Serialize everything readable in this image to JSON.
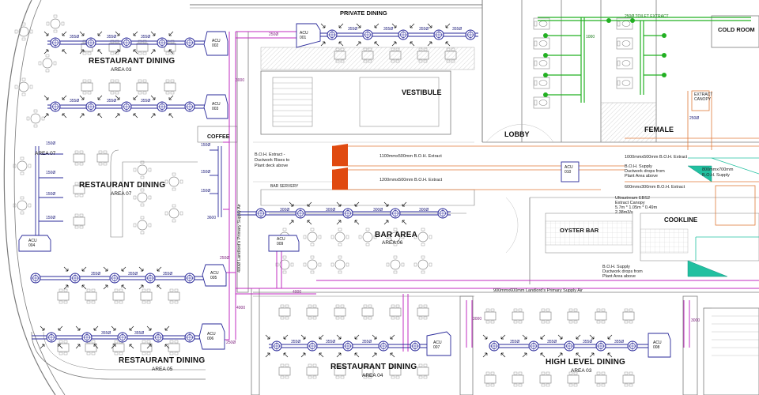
{
  "colors": {
    "supply_duct": "#2a2a9a",
    "primary_supply": "#c02cc0",
    "toilet_extract": "#22b022",
    "boh_extract": "#e07a3a",
    "boh_extract_head": "#e04a10",
    "kitchen_supply": "#22c0a0",
    "linework": "#8a8a8a"
  },
  "areas": {
    "area03_top": {
      "title": "RESTAURANT DINING",
      "sub": "AREA 03"
    },
    "area07": {
      "title": "RESTAURANT DINING",
      "sub": "AREA 07"
    },
    "area07_tag": "AREA 07",
    "area05": {
      "title": "RESTAURANT DINING",
      "sub": "AREA 05"
    },
    "area04": {
      "title": "RESTAURANT DINING",
      "sub": "AREA 04"
    },
    "area03_hl": {
      "title": "HIGH LEVEL DINING",
      "sub": "AREA 03"
    },
    "area06": {
      "title": "BAR AREA",
      "sub": "AREA 06"
    }
  },
  "rooms": {
    "private_dining": "PRIVATE DINING",
    "vestibule": "VESTIBULE",
    "lobby": "LOBBY",
    "female": "FEMALE",
    "cold_room": "COLD ROOM",
    "coffee": "COFFEE",
    "oyster_bar": "OYSTER BAR",
    "cookline": "COOKLINE",
    "bar_servery": "BAR SERVERY"
  },
  "notes": {
    "boh_extract_riser": [
      "B.O.H. Extract -",
      "Ductwork Rises to",
      "Plant deck above"
    ],
    "boh_extract_1100": "1100mmx500mm B.O.H. Extract",
    "boh_extract_1200": "1200mmx500mm B.O.H. Extract",
    "boh_extract_1000": "1000mmx500mm B.O.H. Extract",
    "boh_supply_drop": [
      "B.O.H. Supply",
      "Ductwork drops from",
      "Plant Area above"
    ],
    "boh_supply_800": [
      "800mmx700mm",
      "B.O.H. Supply"
    ],
    "boh_extract_600": "600mmx300mm B.O.H. Extract",
    "canopy": [
      "Ultrastream EBS2",
      "Extract Canopy",
      "5.7m * 1.05m * 0.49m",
      "2.38m3/s"
    ],
    "boh_supply_lower": [
      "B.O.H. Supply",
      "Ductwork drops from",
      "Plant Area above"
    ],
    "landlord_supply_h": "900mmx600mm Landlord's Primary Supply Air",
    "landlord_supply_v": "400Ø Landlord's Primary Supply Air",
    "toilet_extract": "250Ø TOILET EXTRACT",
    "extract_canopy_tag": [
      "EXTRACT",
      "CANOPY"
    ]
  },
  "acus": {
    "acu001": [
      "ACU",
      "001"
    ],
    "acu002": [
      "ACU",
      "002"
    ],
    "acu003": [
      "ACU",
      "003"
    ],
    "acu004": [
      "ACU",
      "004"
    ],
    "acu005": [
      "ACU",
      "005"
    ],
    "acu006": [
      "ACU",
      "006"
    ],
    "acu007": [
      "ACU",
      "007"
    ],
    "acu008": [
      "ACU",
      "008"
    ],
    "acu009": [
      "ACU",
      "009"
    ],
    "acu010": [
      "ACU",
      "010"
    ]
  },
  "dims": {
    "d355": "355Ø",
    "d250": "250Ø",
    "d150": "150Ø",
    "d300": "300Ø",
    "d3000": "3000",
    "d3600": "3600",
    "d4000": "4000",
    "d1000": "1000"
  }
}
